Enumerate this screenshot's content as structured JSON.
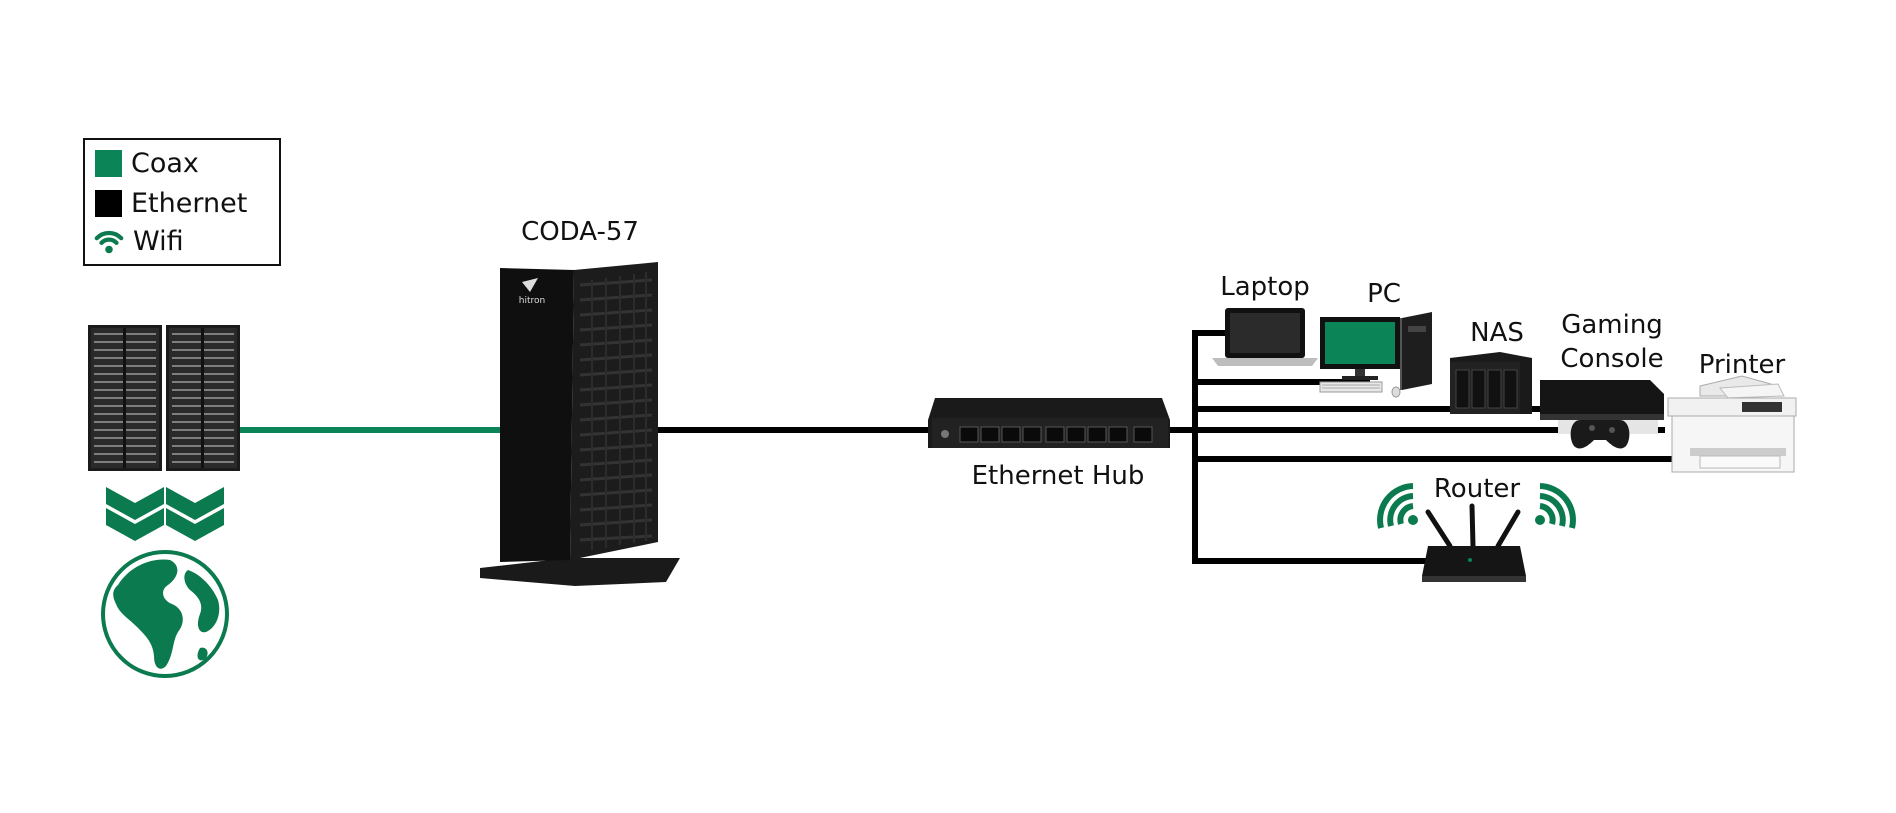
{
  "legend": {
    "items": [
      {
        "label": "Coax",
        "color": "#0b8457",
        "icon": "square-swatch"
      },
      {
        "label": "Ethernet",
        "color": "#000000",
        "icon": "square-swatch"
      },
      {
        "label": "Wifi",
        "color": "#0b8457",
        "icon": "wifi-icon"
      }
    ]
  },
  "colors": {
    "coax": "#0b8457",
    "ethernet": "#000000",
    "accent": "#0b7a4e"
  },
  "devices": {
    "modem": {
      "label": "CODA-57",
      "brand": "hitron"
    },
    "hub": {
      "label": "Ethernet Hub"
    },
    "laptop": {
      "label": "Laptop"
    },
    "pc": {
      "label": "PC"
    },
    "nas": {
      "label": "NAS"
    },
    "console": {
      "label_line1": "Gaming",
      "label_line2": "Console"
    },
    "printer": {
      "label": "Printer"
    },
    "router": {
      "label": "Router"
    }
  },
  "icons": [
    "server-rack-icon",
    "double-chevron-down-icon",
    "globe-icon",
    "wifi-icon"
  ]
}
